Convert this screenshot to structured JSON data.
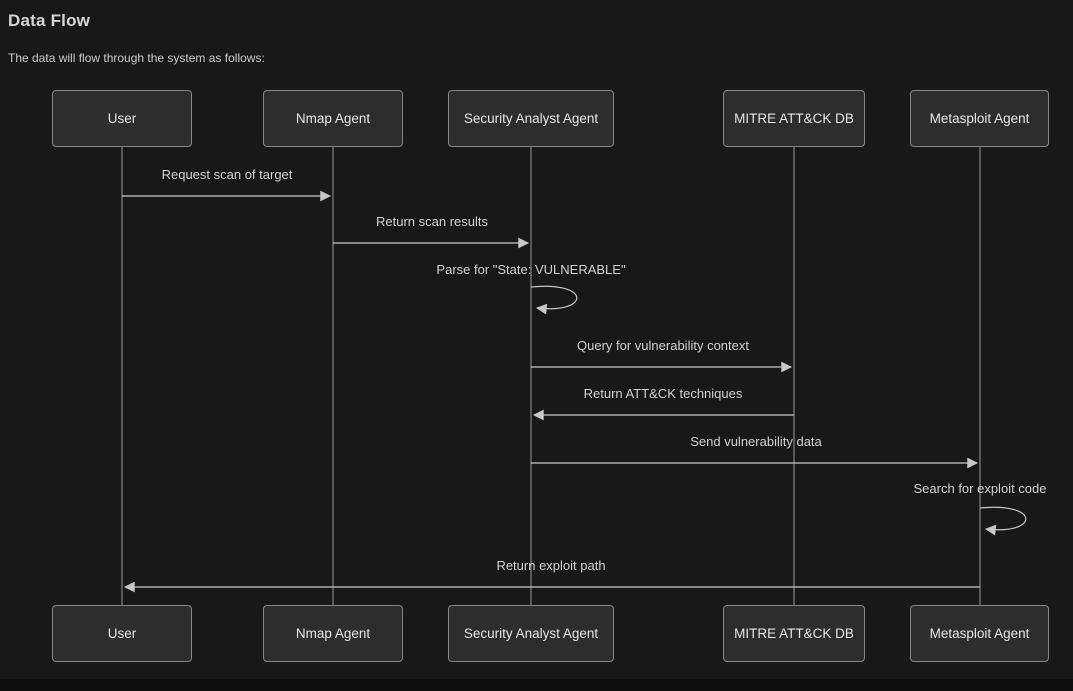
{
  "page": {
    "title": "Data Flow",
    "subtitle": "The data will flow through the system as follows:"
  },
  "diagram": {
    "type": "sequence-diagram",
    "actors": [
      {
        "label": "User"
      },
      {
        "label": "Nmap Agent"
      },
      {
        "label": "Security Analyst Agent"
      },
      {
        "label": "MITRE ATT&CK DB"
      },
      {
        "label": "Metasploit Agent"
      }
    ],
    "messages": [
      {
        "from": "User",
        "to": "Nmap Agent",
        "text": "Request scan of target",
        "style": "solid-arrow"
      },
      {
        "from": "Nmap Agent",
        "to": "Security Analyst Agent",
        "text": "Return scan results",
        "style": "solid-arrow"
      },
      {
        "from": "Security Analyst Agent",
        "to": "Security Analyst Agent",
        "text": "Parse for \"State: VULNERABLE\"",
        "style": "self-loop"
      },
      {
        "from": "Security Analyst Agent",
        "to": "MITRE ATT&CK DB",
        "text": "Query for vulnerability context",
        "style": "solid-arrow"
      },
      {
        "from": "MITRE ATT&CK DB",
        "to": "Security Analyst Agent",
        "text": "Return ATT&CK techniques",
        "style": "solid-arrow"
      },
      {
        "from": "Security Analyst Agent",
        "to": "Metasploit Agent",
        "text": "Send vulnerability data",
        "style": "solid-arrow"
      },
      {
        "from": "Metasploit Agent",
        "to": "Metasploit Agent",
        "text": "Search for exploit code",
        "style": "self-loop"
      },
      {
        "from": "Metasploit Agent",
        "to": "User",
        "text": "Return exploit path",
        "style": "solid-arrow"
      }
    ],
    "colors": {
      "background": "#181818",
      "footer_strip": "#0e0e0e",
      "actor_fill": "#2d2d2d",
      "actor_border": "#878787",
      "arrow_line": "#c8c8c8",
      "lifeline": "#9a9a9a",
      "text": "#d2d2d2",
      "title_text": "#d6d6d6"
    }
  }
}
